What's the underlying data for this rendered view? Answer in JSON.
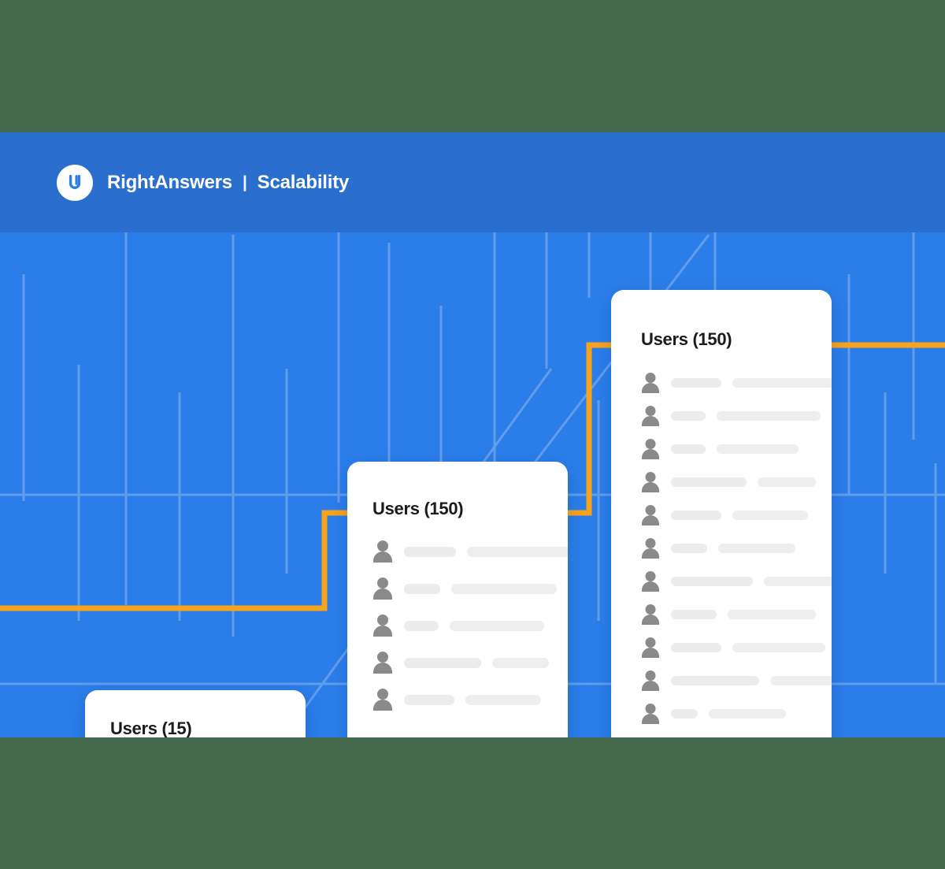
{
  "page": {
    "outer_background": "#44684c",
    "canvas_background": "#2B7DE9",
    "header_band_color": "#2A6FCE",
    "accent_orange": "#F7A31B",
    "gridline_color": "#8FB8EF",
    "card_background": "#FFFFFF",
    "placeholder_bar_color": "#ECECEC",
    "avatar_color": "#8A8A8A"
  },
  "header": {
    "logo_letter": "U",
    "logo_icon": "upland-u-logo-icon",
    "brand": "RightAnswers",
    "separator": "|",
    "subtitle": "Scalability"
  },
  "cards": [
    {
      "id": "card1",
      "title": "Users (15)",
      "user_count": 15,
      "rows": [
        {
          "bars": [
            58,
            96
          ]
        },
        {
          "bars": [
            62,
            110
          ]
        }
      ]
    },
    {
      "id": "card2",
      "title": "Users (150)",
      "user_count": 150,
      "rows": [
        {
          "bars": [
            66,
            132
          ]
        },
        {
          "bars": [
            46,
            134
          ]
        },
        {
          "bars": [
            44,
            120
          ]
        },
        {
          "bars": [
            98,
            72
          ]
        },
        {
          "bars": [
            64,
            96
          ]
        }
      ]
    },
    {
      "id": "card3",
      "title": "Users (150)",
      "user_count": 150,
      "rows": [
        {
          "bars": [
            64,
            132
          ]
        },
        {
          "bars": [
            44,
            132
          ]
        },
        {
          "bars": [
            44,
            104
          ]
        },
        {
          "bars": [
            96,
            74
          ]
        },
        {
          "bars": [
            64,
            96
          ]
        },
        {
          "bars": [
            46,
            98
          ]
        },
        {
          "bars": [
            104,
            96
          ]
        },
        {
          "bars": [
            58,
            112
          ]
        },
        {
          "bars": [
            64,
            118
          ]
        },
        {
          "bars": [
            112,
            90
          ]
        },
        {
          "bars": [
            34,
            98
          ]
        }
      ]
    }
  ],
  "chart_data": {
    "type": "bar",
    "title": "RightAnswers | Scalability",
    "categories": [
      "Users (15)",
      "Users (150)",
      "Users (150)"
    ],
    "values": [
      15,
      150,
      150
    ],
    "xlabel": "",
    "ylabel": "",
    "annotations": [
      "Stepped orange line rising left-to-right across three user-list cards",
      "Each card shows a placeholder user list with avatar icons"
    ],
    "legend": [],
    "grid": true,
    "series": [
      {
        "name": "Users",
        "values": [
          15,
          150,
          150
        ]
      }
    ]
  }
}
